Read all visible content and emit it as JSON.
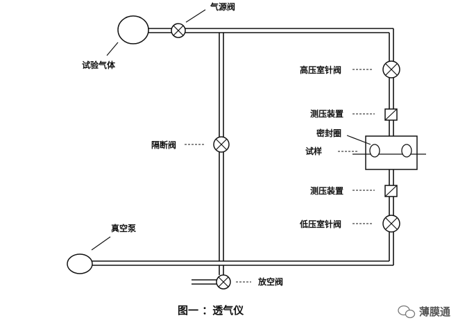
{
  "labels": {
    "gas_source_valve": "气源阀",
    "test_gas": "试验气体",
    "high_pressure_needle_valve": "高压室针阀",
    "pressure_device_top": "测压装置",
    "seal_ring": "密封圈",
    "sample": "试样",
    "isolation_valve": "隔断阀",
    "pressure_device_bottom": "测压装置",
    "low_pressure_needle_valve": "低压室针阀",
    "vacuum_pump": "真空泵",
    "vent_valve": "放空阀"
  },
  "caption": "图一 ：透气仪",
  "watermark": {
    "text": "薄膜通",
    "icon": "wechat-icon"
  }
}
